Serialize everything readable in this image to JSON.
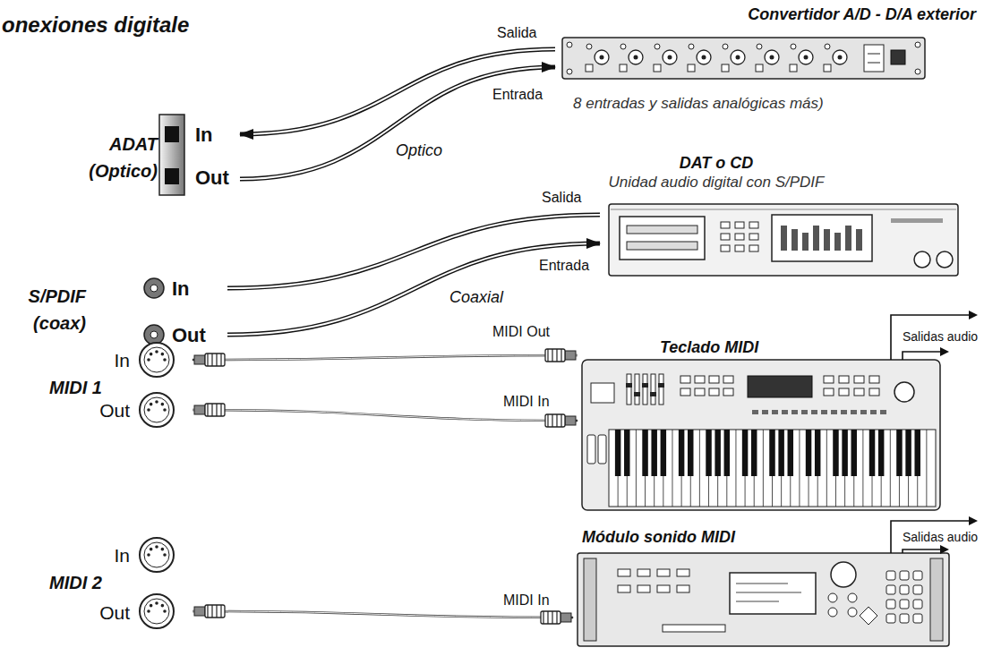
{
  "diagram": {
    "title": "onexiones digitale",
    "nodes": [
      {
        "text": [
          "Convertidor A/D - D/A exterior",
          "8 entradas y salidas analógicas más)"
        ]
      },
      {
        "text": [
          "ADAT (Optico)",
          "In",
          "Out"
        ]
      },
      {
        "text": [
          "DAT o CD",
          "Unidad audio digital con S/PDIF"
        ]
      },
      {
        "text": [
          "S/PDIF (coax)",
          "In",
          "Out"
        ]
      },
      {
        "text": [
          "Teclado MIDI"
        ]
      },
      {
        "text": [
          "MIDI 1",
          "In",
          "Out"
        ]
      },
      {
        "text": [
          "Módulo sonido MIDI"
        ]
      },
      {
        "text": [
          "MIDI 2",
          "In",
          "Out"
        ]
      }
    ],
    "edges": [
      {
        "from": 0,
        "to": 1,
        "label": "Salida",
        "arrow": "to"
      },
      {
        "from": 1,
        "to": 0,
        "label": "Entrada",
        "arrow": "to"
      },
      {
        "from": 2,
        "to": 3,
        "label": "Salida",
        "arrow": "none"
      },
      {
        "from": 3,
        "to": 2,
        "label": "Entrada",
        "arrow": "to"
      },
      {
        "from": 4,
        "to": 5,
        "label": "MIDI Out",
        "arrow": "to"
      },
      {
        "from": 5,
        "to": 4,
        "label": "MIDI In",
        "arrow": "to"
      },
      {
        "from": 7,
        "to": 6,
        "label": "MIDI In",
        "arrow": "to"
      }
    ],
    "labels": [
      "Optico",
      "Coaxial",
      "Salidas audio",
      "Salidas audio"
    ]
  }
}
